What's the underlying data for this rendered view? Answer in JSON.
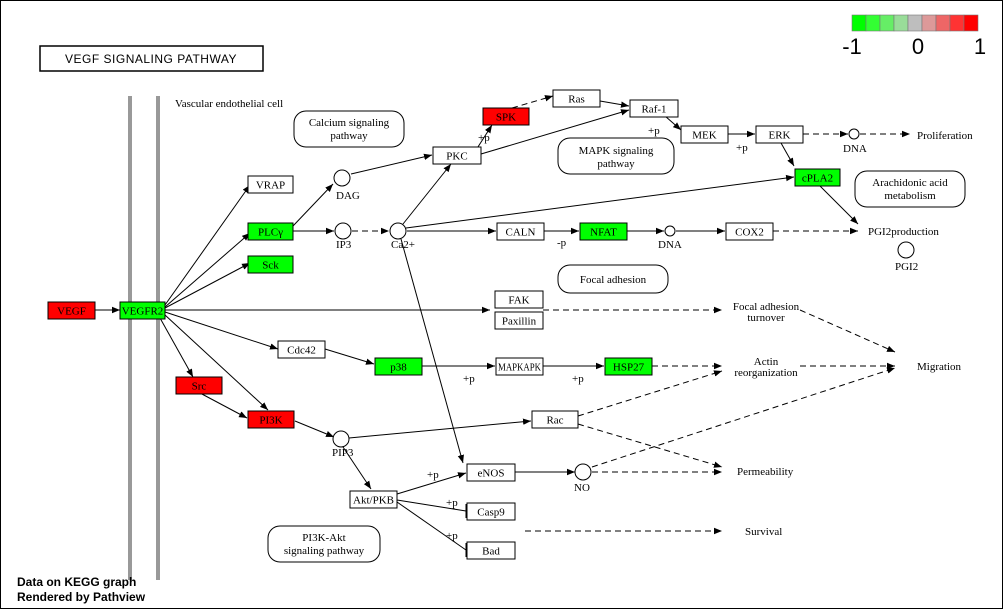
{
  "title": "VEGF  SIGNALING  PATHWAY",
  "cell_label": "Vascular endothelial cell",
  "footer": {
    "line1": "Data on KEGG graph",
    "line2": "Rendered by Pathview"
  },
  "legend": {
    "colors": [
      "#00ff00",
      "#33ff33",
      "#66ee66",
      "#99dd99",
      "#bebebe",
      "#dd9999",
      "#ee6666",
      "#ff3333",
      "#ff0000"
    ],
    "min_label": "-1",
    "mid_label": "0",
    "max_label": "1"
  },
  "genes": {
    "vegf": {
      "label": "VEGF",
      "color": "#ff0000"
    },
    "vegfr2": {
      "label": "VEGFR2",
      "color": "#00ff00"
    },
    "vrap": {
      "label": "VRAP",
      "color": "#ffffff"
    },
    "plcg": {
      "label": "PLCγ",
      "color": "#00ff00"
    },
    "sck": {
      "label": "Sck",
      "color": "#00ff00"
    },
    "src": {
      "label": "Src",
      "color": "#ff0000"
    },
    "pi3k": {
      "label": "PI3K",
      "color": "#ff0000"
    },
    "cdc42": {
      "label": "Cdc42",
      "color": "#ffffff"
    },
    "p38": {
      "label": "p38",
      "color": "#00ff00"
    },
    "mapkapk": {
      "label": "MAPKAPK",
      "color": "#ffffff"
    },
    "hsp27": {
      "label": "HSP27",
      "color": "#00ff00"
    },
    "pkc": {
      "label": "PKC",
      "color": "#ffffff"
    },
    "spk": {
      "label": "SPK",
      "color": "#ff0000"
    },
    "ras": {
      "label": "Ras",
      "color": "#ffffff"
    },
    "raf1": {
      "label": "Raf-1",
      "color": "#ffffff"
    },
    "mek": {
      "label": "MEK",
      "color": "#ffffff"
    },
    "erk": {
      "label": "ERK",
      "color": "#ffffff"
    },
    "cpla2": {
      "label": "cPLA2",
      "color": "#00ff00"
    },
    "caln": {
      "label": "CALN",
      "color": "#ffffff"
    },
    "nfat": {
      "label": "NFAT",
      "color": "#00ff00"
    },
    "cox2": {
      "label": "COX2",
      "color": "#ffffff"
    },
    "fak": {
      "label": "FAK",
      "color": "#ffffff"
    },
    "paxillin": {
      "label": "Paxillin",
      "color": "#ffffff"
    },
    "rac": {
      "label": "Rac",
      "color": "#ffffff"
    },
    "enos": {
      "label": "eNOS",
      "color": "#ffffff"
    },
    "aktpkb": {
      "label": "Akt/PKB",
      "color": "#ffffff"
    },
    "casp9": {
      "label": "Casp9",
      "color": "#ffffff"
    },
    "bad": {
      "label": "Bad",
      "color": "#ffffff"
    }
  },
  "compounds": {
    "dag": "DAG",
    "ip3": "IP3",
    "ca2": "Ca2+",
    "pip3": "PIP3",
    "no": "NO",
    "dna1": "DNA",
    "dna2": "DNA",
    "pgi2": "PGI2"
  },
  "maps": {
    "calcium": [
      "Calcium signaling",
      "pathway"
    ],
    "mapk": [
      "MAPK signaling",
      "pathway"
    ],
    "arachidonic": [
      "Arachidonic acid",
      "metabolism"
    ],
    "focal": [
      "Focal adhesion"
    ],
    "pi3kakt": [
      "PI3K-Akt",
      "signaling pathway"
    ]
  },
  "outcomes": {
    "proliferation": "Proliferation",
    "pgi2production": "PGI2production",
    "focal_turnover": [
      "Focal adhesion",
      "turnover"
    ],
    "actin": [
      "Actin",
      "reorganization"
    ],
    "migration": "Migration",
    "permeability": "Permeability",
    "survival": "Survival"
  },
  "edge_labels": {
    "plus_p": "+p",
    "minus_p": "-p"
  }
}
